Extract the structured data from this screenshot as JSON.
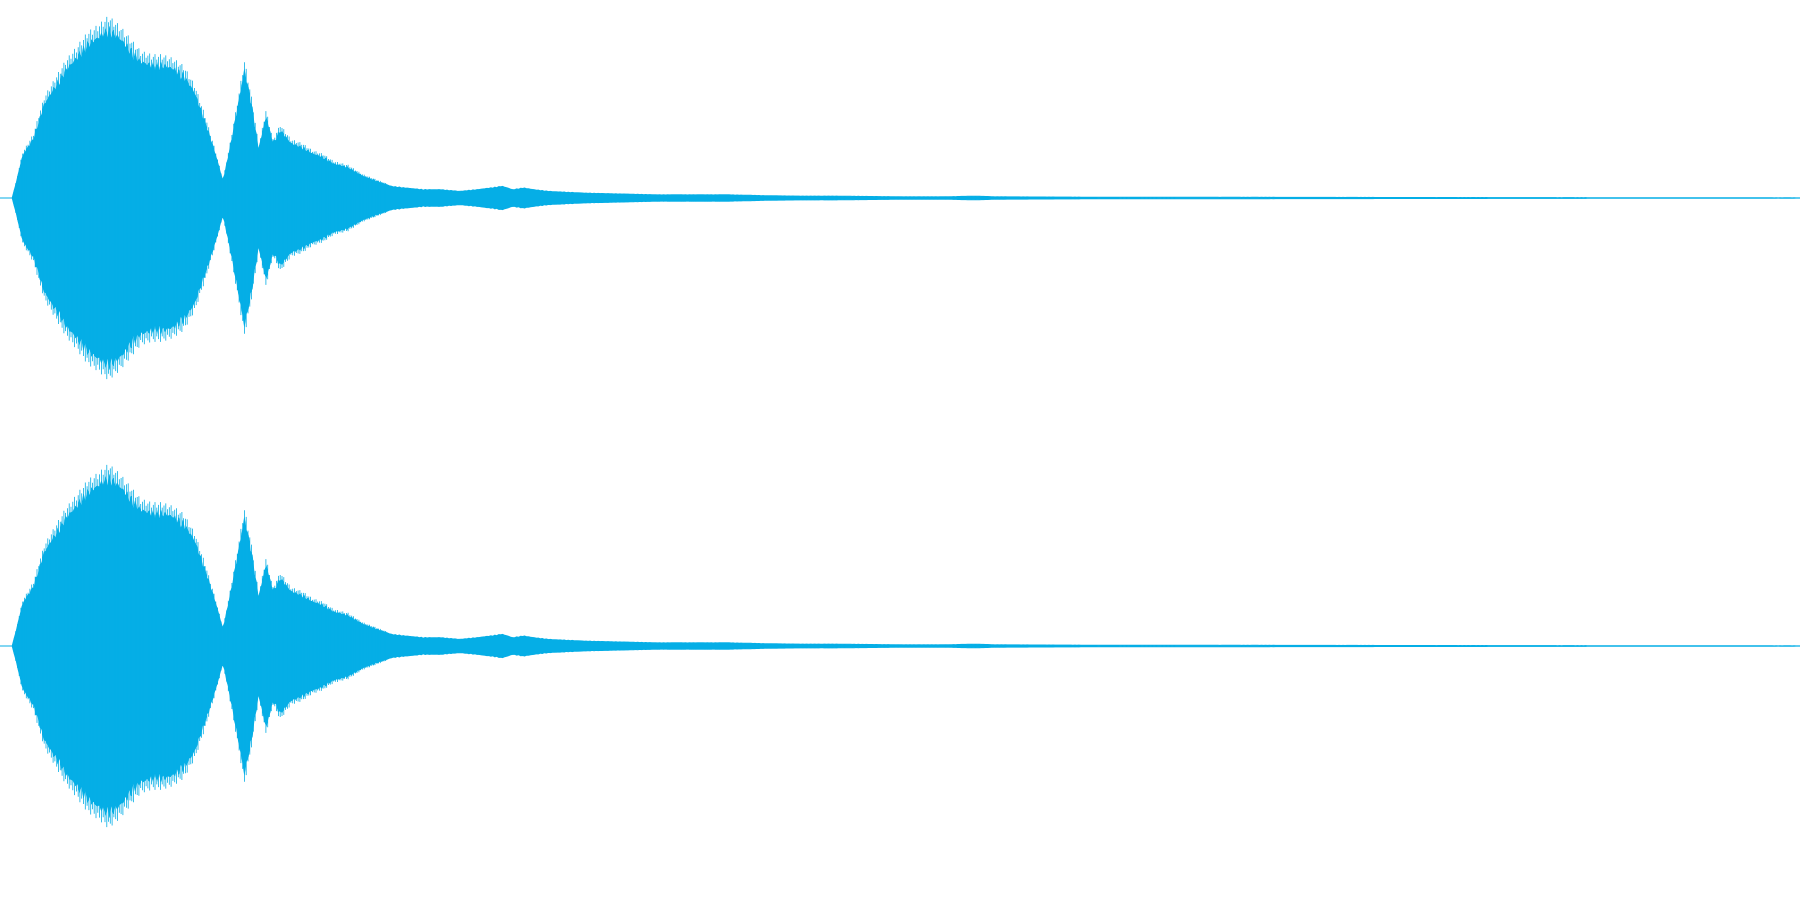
{
  "waveform": {
    "color": "#05aee6",
    "channel_count": 2,
    "channels": [
      {
        "name": "",
        "envelope": [
          [
            0.0,
            0.0
          ],
          [
            0.002,
            0.08
          ],
          [
            0.006,
            0.25
          ],
          [
            0.012,
            0.35
          ],
          [
            0.018,
            0.55
          ],
          [
            0.024,
            0.65
          ],
          [
            0.03,
            0.75
          ],
          [
            0.036,
            0.82
          ],
          [
            0.042,
            0.9
          ],
          [
            0.048,
            0.94
          ],
          [
            0.054,
            0.99
          ],
          [
            0.06,
            0.94
          ],
          [
            0.066,
            0.87
          ],
          [
            0.072,
            0.8
          ],
          [
            0.078,
            0.78
          ],
          [
            0.084,
            0.78
          ],
          [
            0.09,
            0.76
          ],
          [
            0.096,
            0.72
          ],
          [
            0.102,
            0.62
          ],
          [
            0.108,
            0.45
          ],
          [
            0.114,
            0.25
          ],
          [
            0.118,
            0.1
          ],
          [
            0.122,
            0.3
          ],
          [
            0.126,
            0.52
          ],
          [
            0.13,
            0.75
          ],
          [
            0.134,
            0.55
          ],
          [
            0.138,
            0.28
          ],
          [
            0.142,
            0.48
          ],
          [
            0.146,
            0.32
          ],
          [
            0.15,
            0.4
          ],
          [
            0.156,
            0.32
          ],
          [
            0.162,
            0.3
          ],
          [
            0.168,
            0.26
          ],
          [
            0.174,
            0.24
          ],
          [
            0.18,
            0.2
          ],
          [
            0.188,
            0.18
          ],
          [
            0.196,
            0.13
          ],
          [
            0.204,
            0.1
          ],
          [
            0.212,
            0.07
          ],
          [
            0.22,
            0.06
          ],
          [
            0.23,
            0.05
          ],
          [
            0.24,
            0.05
          ],
          [
            0.25,
            0.04
          ],
          [
            0.26,
            0.05
          ],
          [
            0.268,
            0.06
          ],
          [
            0.274,
            0.07
          ],
          [
            0.28,
            0.05
          ],
          [
            0.286,
            0.06
          ],
          [
            0.292,
            0.05
          ],
          [
            0.3,
            0.04
          ],
          [
            0.32,
            0.03
          ],
          [
            0.34,
            0.025
          ],
          [
            0.36,
            0.02
          ],
          [
            0.38,
            0.02
          ],
          [
            0.4,
            0.02
          ],
          [
            0.42,
            0.015
          ],
          [
            0.44,
            0.012
          ],
          [
            0.46,
            0.012
          ],
          [
            0.48,
            0.01
          ],
          [
            0.5,
            0.008
          ],
          [
            0.52,
            0.008
          ],
          [
            0.54,
            0.012
          ],
          [
            0.55,
            0.008
          ],
          [
            0.6,
            0.006
          ],
          [
            0.7,
            0.005
          ],
          [
            0.8,
            0.004
          ],
          [
            0.9,
            0.003
          ],
          [
            1.0,
            0.002
          ]
        ]
      },
      {
        "name": "",
        "envelope": [
          [
            0.0,
            0.0
          ],
          [
            0.002,
            0.08
          ],
          [
            0.006,
            0.25
          ],
          [
            0.012,
            0.35
          ],
          [
            0.018,
            0.55
          ],
          [
            0.024,
            0.65
          ],
          [
            0.03,
            0.75
          ],
          [
            0.036,
            0.82
          ],
          [
            0.042,
            0.9
          ],
          [
            0.048,
            0.94
          ],
          [
            0.054,
            0.99
          ],
          [
            0.06,
            0.94
          ],
          [
            0.066,
            0.87
          ],
          [
            0.072,
            0.8
          ],
          [
            0.078,
            0.78
          ],
          [
            0.084,
            0.78
          ],
          [
            0.09,
            0.76
          ],
          [
            0.096,
            0.72
          ],
          [
            0.102,
            0.62
          ],
          [
            0.108,
            0.45
          ],
          [
            0.114,
            0.25
          ],
          [
            0.118,
            0.1
          ],
          [
            0.122,
            0.3
          ],
          [
            0.126,
            0.52
          ],
          [
            0.13,
            0.75
          ],
          [
            0.134,
            0.55
          ],
          [
            0.138,
            0.28
          ],
          [
            0.142,
            0.48
          ],
          [
            0.146,
            0.32
          ],
          [
            0.15,
            0.4
          ],
          [
            0.156,
            0.32
          ],
          [
            0.162,
            0.3
          ],
          [
            0.168,
            0.26
          ],
          [
            0.174,
            0.24
          ],
          [
            0.18,
            0.2
          ],
          [
            0.188,
            0.18
          ],
          [
            0.196,
            0.13
          ],
          [
            0.204,
            0.1
          ],
          [
            0.212,
            0.07
          ],
          [
            0.22,
            0.06
          ],
          [
            0.23,
            0.05
          ],
          [
            0.24,
            0.05
          ],
          [
            0.25,
            0.04
          ],
          [
            0.26,
            0.05
          ],
          [
            0.268,
            0.06
          ],
          [
            0.274,
            0.07
          ],
          [
            0.28,
            0.05
          ],
          [
            0.286,
            0.06
          ],
          [
            0.292,
            0.05
          ],
          [
            0.3,
            0.04
          ],
          [
            0.32,
            0.03
          ],
          [
            0.34,
            0.025
          ],
          [
            0.36,
            0.02
          ],
          [
            0.38,
            0.02
          ],
          [
            0.4,
            0.02
          ],
          [
            0.42,
            0.015
          ],
          [
            0.44,
            0.012
          ],
          [
            0.46,
            0.012
          ],
          [
            0.48,
            0.01
          ],
          [
            0.5,
            0.008
          ],
          [
            0.52,
            0.008
          ],
          [
            0.54,
            0.012
          ],
          [
            0.55,
            0.008
          ],
          [
            0.6,
            0.006
          ],
          [
            0.7,
            0.005
          ],
          [
            0.8,
            0.004
          ],
          [
            0.9,
            0.003
          ],
          [
            1.0,
            0.002
          ]
        ]
      }
    ]
  }
}
